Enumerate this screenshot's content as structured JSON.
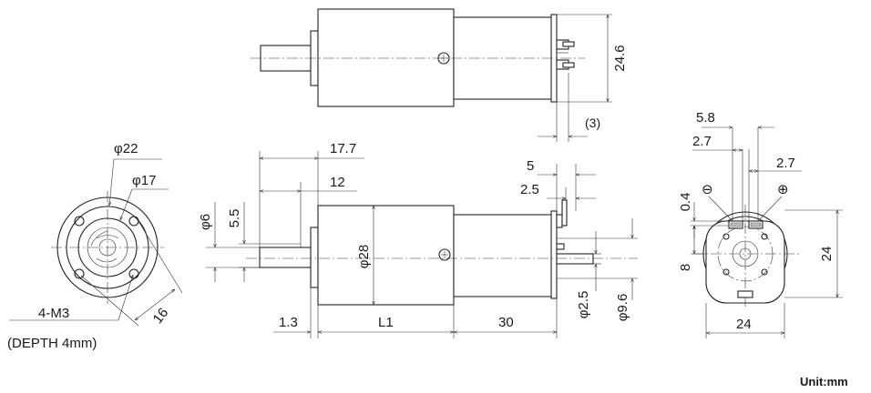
{
  "unit_label": "Unit:mm",
  "dimensions": {
    "d246": "24.6",
    "d3": "(3)",
    "d177": "17.7",
    "d12": "12",
    "d55": "5.5",
    "phi6": "φ6",
    "phi28": "φ28",
    "d13": "1.3",
    "L1": "L1",
    "d30": "30",
    "d5": "5",
    "d25": "2.5",
    "phi25": "φ2.5",
    "phi96": "φ9.6",
    "phi22": "φ22",
    "phi17": "φ17",
    "m3": "4-M3",
    "depth": "(DEPTH 4mm)",
    "d16": "16",
    "d58": "5.8",
    "d27a": "2.7",
    "d27b": "2.7",
    "d04": "0.4",
    "d8": "8",
    "d24v": "24",
    "d24h": "24"
  },
  "terminal_marks": {
    "minus": "⊖",
    "plus": "⊕"
  }
}
